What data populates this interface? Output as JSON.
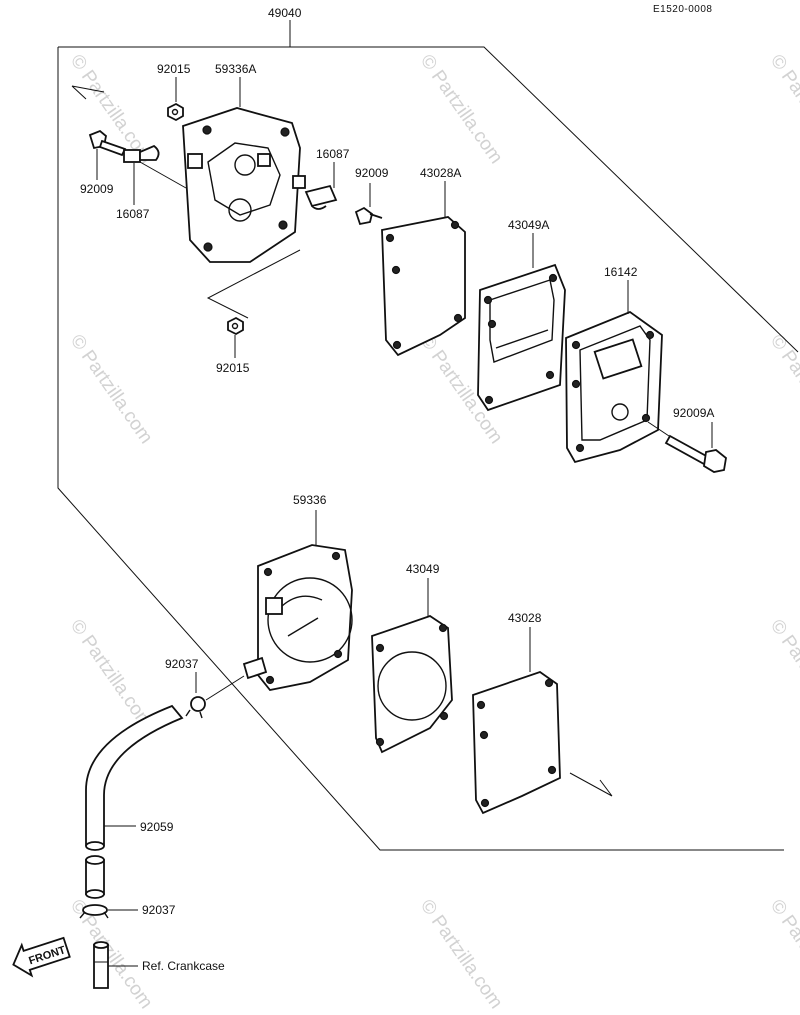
{
  "header": {
    "diagram_code": "E1520-0008"
  },
  "labels": {
    "assembly": "49040",
    "n92015_top": "92015",
    "n59336A": "59336A",
    "n16087_right": "16087",
    "n92009_right": "92009",
    "n43028A": "43028A",
    "n92009_left": "92009",
    "n16087_left": "16087",
    "n43049A": "43049A",
    "n16142": "16142",
    "n92015_bottom": "92015",
    "n92009A": "92009A",
    "n59336": "59336",
    "n43049": "43049",
    "n43028": "43028",
    "n92037_top": "92037",
    "n92059": "92059",
    "n92037_bottom": "92037",
    "ref_crankcase": "Ref. Crankcase",
    "front": "FRONT"
  },
  "watermark": {
    "text": "© Partzilla.com"
  }
}
